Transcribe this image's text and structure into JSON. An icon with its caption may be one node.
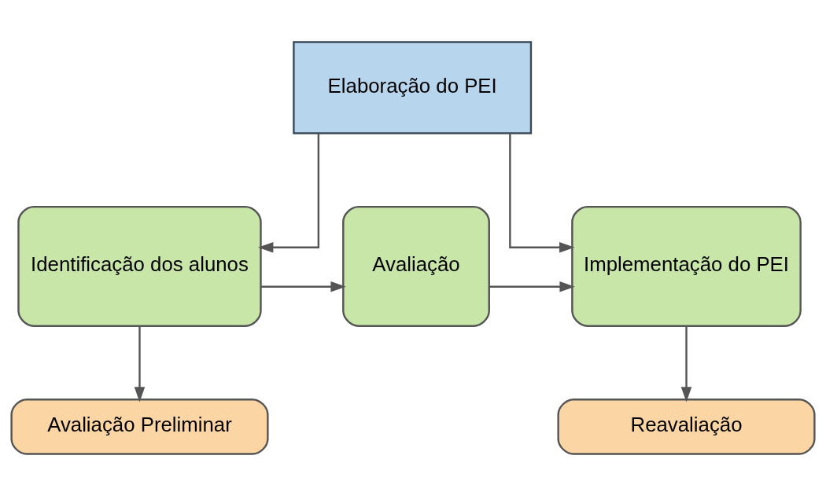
{
  "diagram": {
    "nodes": [
      {
        "text": [
          "Elaboração do PEI"
        ]
      },
      {
        "text": [
          "Identificação dos alunos"
        ]
      },
      {
        "text": [
          "Avaliação"
        ]
      },
      {
        "text": [
          "Implementação do PEI"
        ]
      },
      {
        "text": [
          "Avaliação Preliminar"
        ]
      },
      {
        "text": [
          "Reavaliação"
        ]
      }
    ],
    "edges": [
      {
        "from": 0,
        "to": 1,
        "arrow": "to"
      },
      {
        "from": 0,
        "to": 3,
        "arrow": "to"
      },
      {
        "from": 1,
        "to": 2,
        "arrow": "to"
      },
      {
        "from": 2,
        "to": 3,
        "arrow": "to"
      },
      {
        "from": 1,
        "to": 4,
        "arrow": "to"
      },
      {
        "from": 3,
        "to": 5,
        "arrow": "to"
      }
    ]
  }
}
